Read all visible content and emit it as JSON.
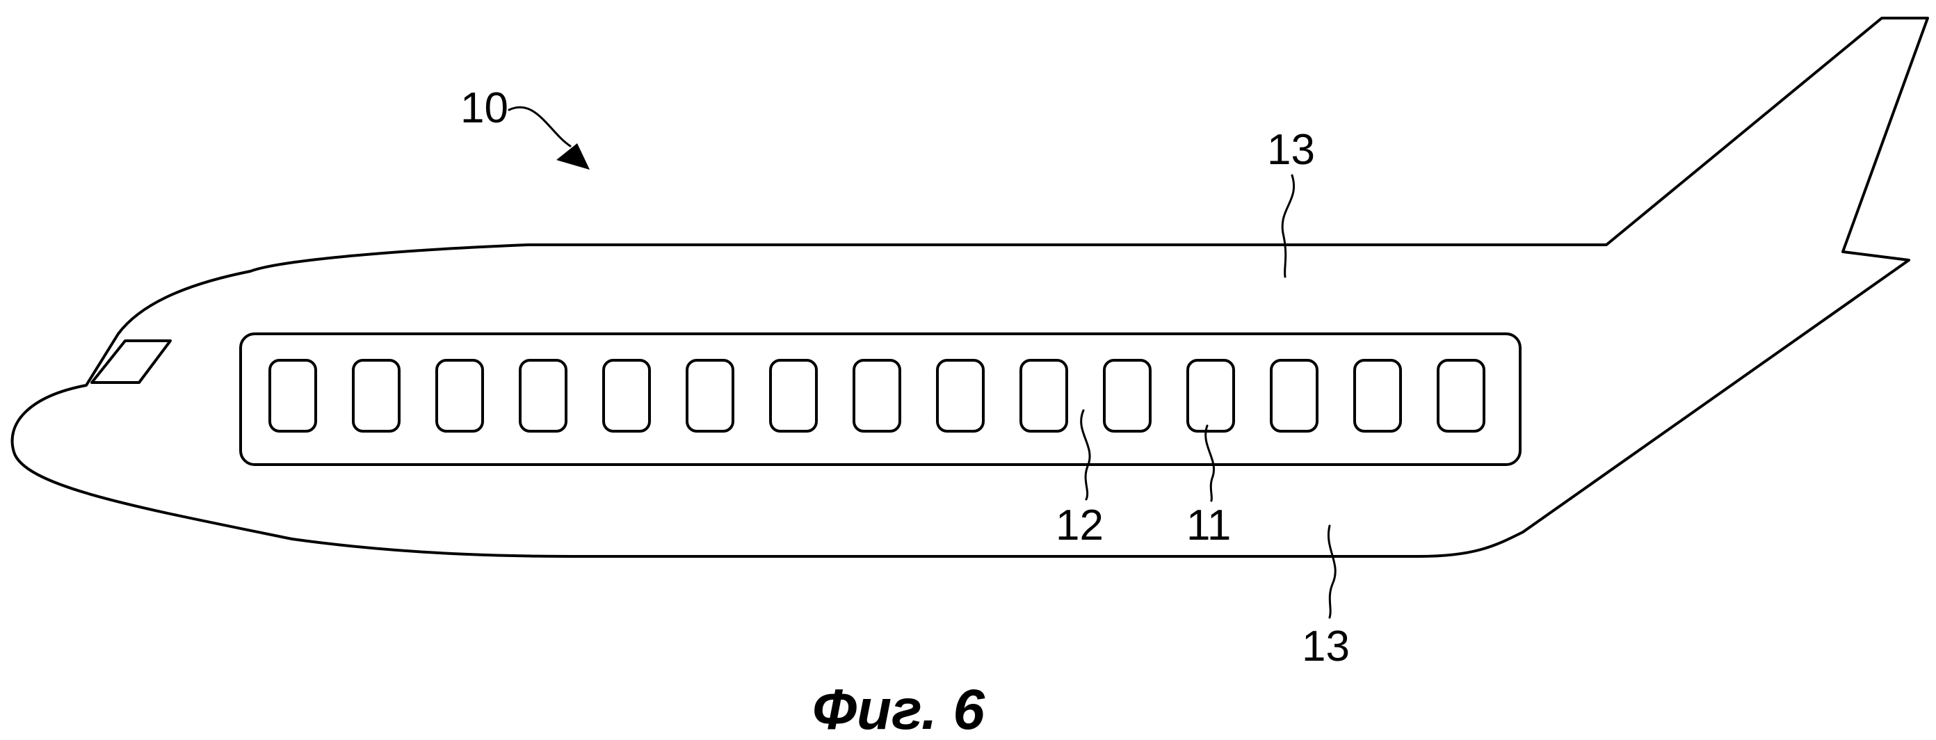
{
  "figure": {
    "caption": "Фиг. 6",
    "labels": {
      "aircraft": "10",
      "window": "11",
      "window_band": "12",
      "fuselage_top": "13",
      "fuselage_bottom": "13"
    },
    "window_count": 15,
    "line_color": "#000000",
    "background_color": "#ffffff"
  }
}
